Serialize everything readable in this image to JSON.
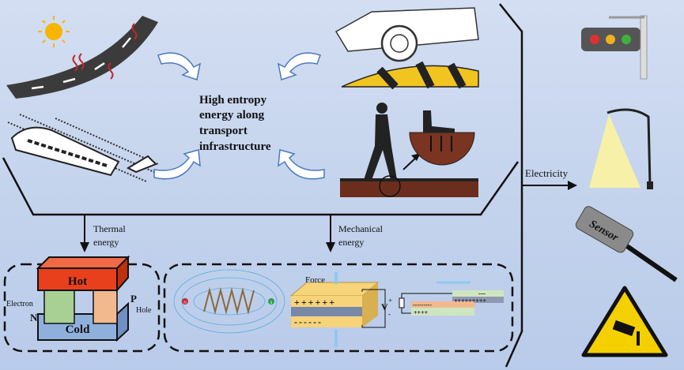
{
  "center_title": [
    "High entropy",
    "energy along",
    "transport",
    "infrastructure"
  ],
  "thermal_label": [
    "Thermal",
    "energy"
  ],
  "mechanical_label": [
    "Mechanical",
    "energy"
  ],
  "electricity_label": "Electricity",
  "teg": {
    "hot": "Hot",
    "cold": "Cold",
    "electron": "Electron",
    "n": "N",
    "p": "P",
    "hole": "Hole"
  },
  "piezo": {
    "force": "Force",
    "plus_row": "++++++",
    "minus_row": "------",
    "v": "V",
    "v_plus": "+",
    "v_minus": "-"
  },
  "tribo": {
    "top_minus": "---",
    "top_plus": "+++++++++",
    "bottom_minus": "---------",
    "bottom_plus": "++++"
  },
  "magnet": {
    "north": "N",
    "south": "S"
  },
  "sensor_label": "Sensor",
  "colors": {
    "hot": "#e8401c",
    "cold": "#8fb0dc",
    "n_leg": "#a8cf94",
    "p_leg": "#f2b98e",
    "piezo": "#f7d37a",
    "arrow": "#ffffff"
  }
}
